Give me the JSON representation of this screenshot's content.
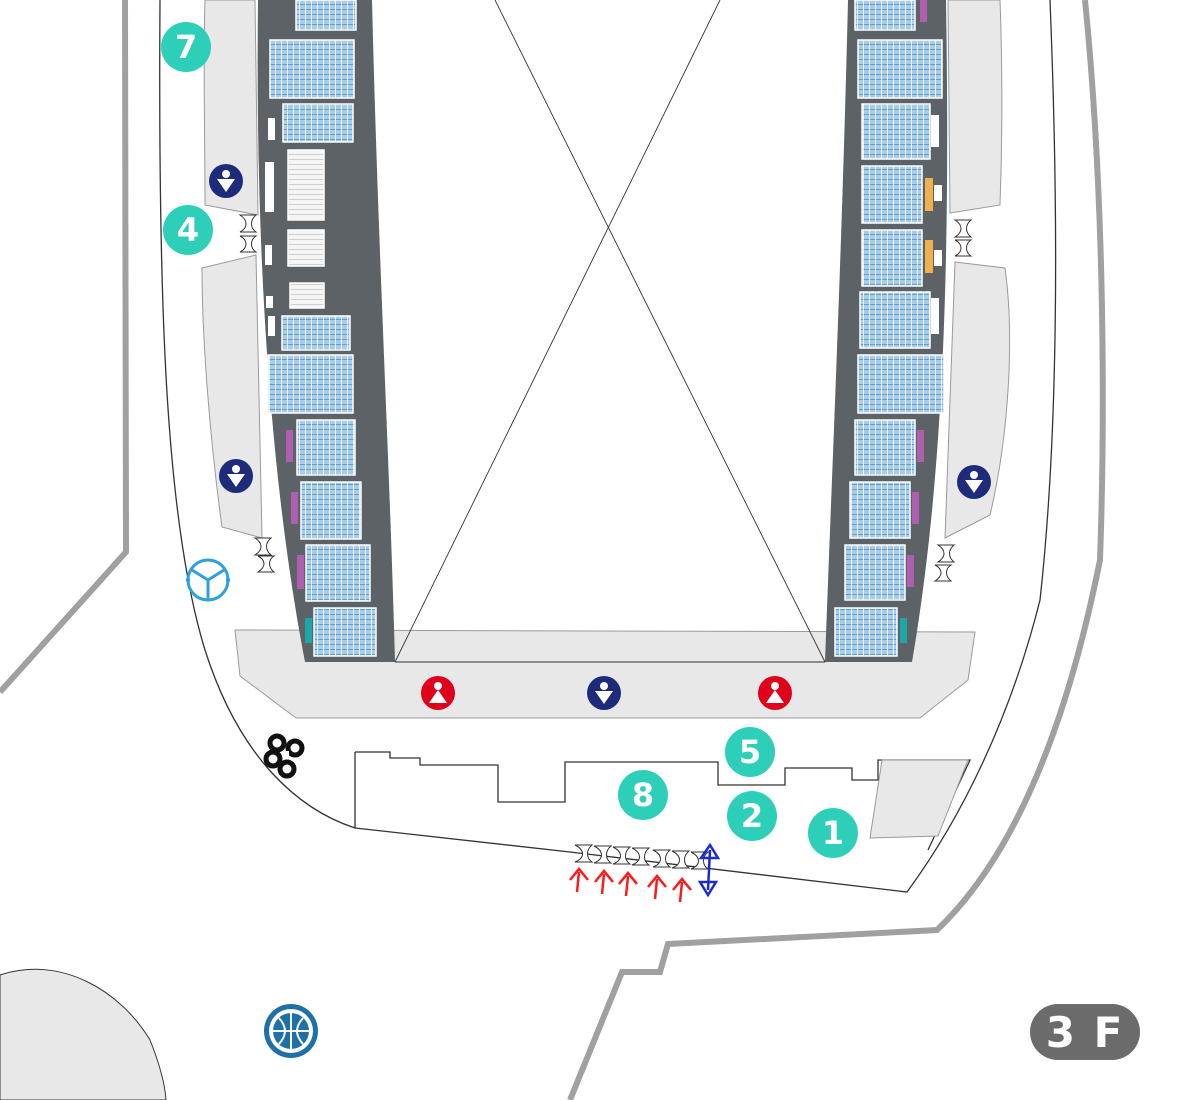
{
  "floor": {
    "label": "3 F"
  },
  "gates": {
    "g1": "1",
    "g2": "2",
    "g4": "4",
    "g5": "5",
    "g7": "7",
    "g8": "8"
  },
  "colors": {
    "gate_badge": "#2ecfb8",
    "concourse": "#e8e8e8",
    "stands": "#5d6266",
    "seats": "#a9cde8",
    "seat_lines": "#5f9fcf",
    "restroom_general": "#1e2b7a",
    "restroom_red": "#e0001b",
    "exit_arrow": "#ff1a1a",
    "elevator": "#1a2bd6",
    "floor_badge": "#6b6b6b",
    "outline": "#a0a0a0"
  },
  "icons": {
    "restroom": "restroom-icon",
    "restroom_female": "restroom-female-icon",
    "stairs": "stairs-icon",
    "escalator": "escalator-icon",
    "elevator": "elevator-icon",
    "exit": "exit-arrow-icon",
    "info": "info-desk-icon",
    "basketball": "basketball-icon"
  }
}
